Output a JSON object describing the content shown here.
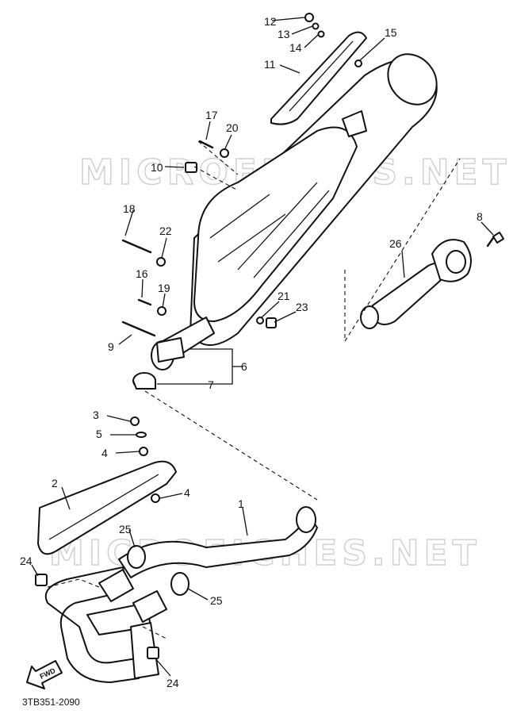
{
  "watermark": "MICROFICHES.NET",
  "diagram_code": "3TB351-2090",
  "fwd_label": "FWD",
  "callouts": {
    "c1": "1",
    "c2": "2",
    "c3": "3",
    "c4a": "4",
    "c4b": "4",
    "c5": "5",
    "c6": "6",
    "c7": "7",
    "c8": "8",
    "c9": "9",
    "c10": "10",
    "c11": "11",
    "c12": "12",
    "c13": "13",
    "c14": "14",
    "c15": "15",
    "c16": "16",
    "c17": "17",
    "c18": "18",
    "c19": "19",
    "c20": "20",
    "c21": "21",
    "c22": "22",
    "c23": "23",
    "c24a": "24",
    "c24b": "24",
    "c25a": "25",
    "c25b": "25",
    "c26": "26"
  }
}
